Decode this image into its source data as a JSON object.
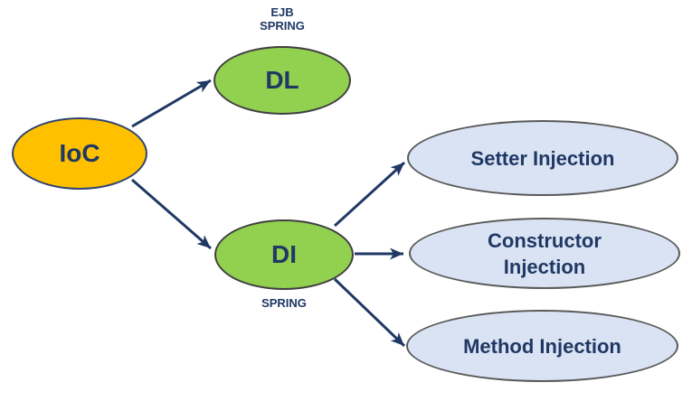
{
  "diagram": {
    "type": "concept-diagram",
    "background": "#FFFFFF",
    "colors": {
      "orange_fill": "#FFC000",
      "green_fill": "#92D050",
      "light_blue_fill": "#DAE3F3",
      "text_navy": "#1F3864",
      "arrow_navy": "#1F3864",
      "green_border": "#404040",
      "blue_border": "#595959",
      "orange_border": "#2E4370"
    },
    "nodes": {
      "ioc": {
        "label": "IoC",
        "shape": "ellipse",
        "fill": "#FFC000"
      },
      "dl": {
        "label": "DL",
        "shape": "ellipse",
        "fill": "#92D050"
      },
      "di": {
        "label": "DI",
        "shape": "ellipse",
        "fill": "#92D050"
      },
      "setter": {
        "label": "Setter Injection",
        "shape": "ellipse",
        "fill": "#DAE3F3"
      },
      "constructor": {
        "label": "Constructor Injection",
        "shape": "ellipse",
        "fill": "#DAE3F3"
      },
      "method": {
        "label": "Method Injection",
        "shape": "ellipse",
        "fill": "#DAE3F3"
      }
    },
    "annotations": {
      "dl_top_line1": "EJB",
      "dl_top_line2": "SPRING",
      "di_bottom": "SPRING"
    },
    "edges": [
      {
        "from": "ioc",
        "to": "dl"
      },
      {
        "from": "ioc",
        "to": "di"
      },
      {
        "from": "di",
        "to": "setter"
      },
      {
        "from": "di",
        "to": "constructor"
      },
      {
        "from": "di",
        "to": "method"
      }
    ]
  }
}
